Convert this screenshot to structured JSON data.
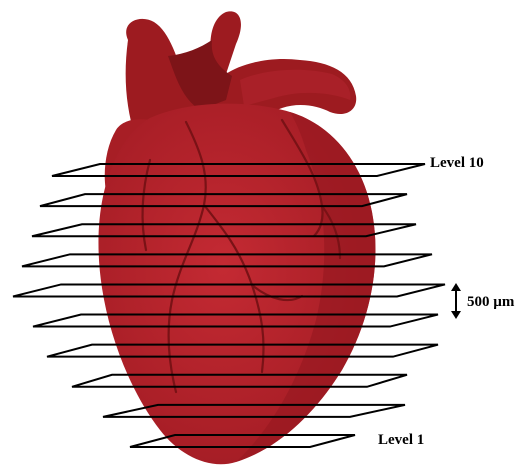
{
  "labels": {
    "top_level": "Level 10",
    "bottom_level": "Level 1",
    "spacing": "500 µm"
  },
  "slices": {
    "count": 10
  },
  "colors": {
    "heart_main": "#b8232c",
    "heart_dark": "#8c1418",
    "heart_vessel": "#7a1216",
    "plane_outline": "#000000"
  }
}
